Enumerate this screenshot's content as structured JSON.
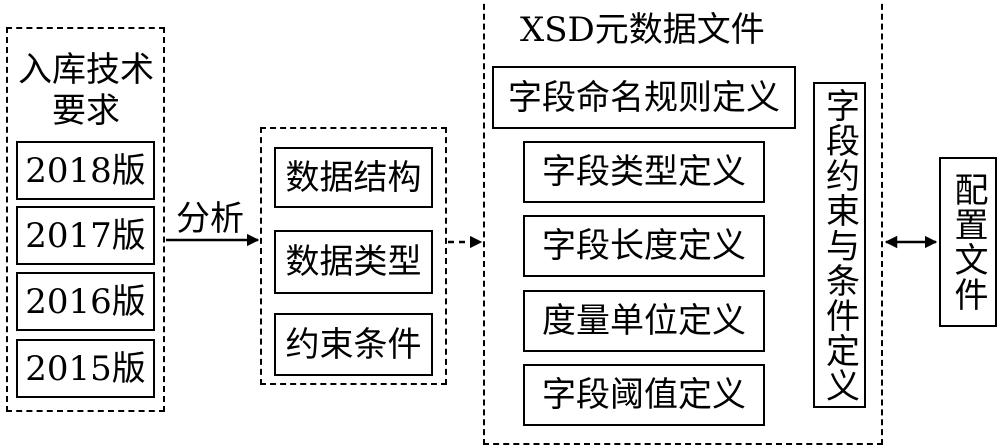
{
  "requirements": {
    "title_line1": "入库技术",
    "title_line2": "要求",
    "versions": [
      "2018版",
      "2017版",
      "2016版",
      "2015版"
    ]
  },
  "analysis_label": "分析",
  "analysis": {
    "items": [
      "数据结构",
      "数据类型",
      "约束条件"
    ]
  },
  "xsd": {
    "title": "XSD元数据文件",
    "naming_rule": "字段命名规则定义",
    "definitions": [
      "字段类型定义",
      "字段长度定义",
      "度量单位定义",
      "字段阈值定义"
    ],
    "constraint": "字段约束与条件定义"
  },
  "config": {
    "label": "配置文件"
  }
}
